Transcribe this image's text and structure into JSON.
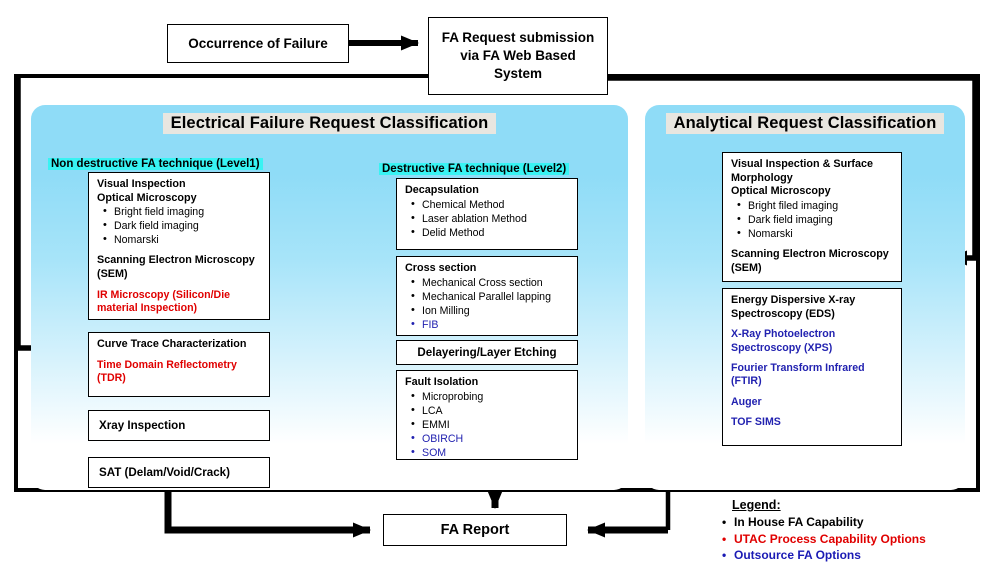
{
  "top": {
    "occurrence": "Occurrence of Failure",
    "fa_request": "FA Request submission via FA Web Based System"
  },
  "panels": {
    "electrical": {
      "title": "Electrical Failure Request Classification",
      "level1_label": "Non destructive FA technique (Level1)",
      "level2_label": "Destructive FA technique (Level2)"
    },
    "analytical": {
      "title": "Analytical Request Classification"
    }
  },
  "level1_boxes": {
    "visual": {
      "head1": "Visual Inspection",
      "head2": "Optical Microscopy",
      "items": [
        "Bright field imaging",
        "Dark field imaging",
        "Nomarski"
      ],
      "head3": "Scanning Electron Microscopy",
      "head3b": "(SEM)",
      "red1": "IR Microscopy (Silicon/Die",
      "red2": "material Inspection)"
    },
    "curve": {
      "head": "Curve Trace Characterization",
      "red1": "Time Domain Reflectometry",
      "red2": "(TDR)"
    },
    "xray": "Xray Inspection",
    "sat": "SAT (Delam/Void/Crack)"
  },
  "level2_boxes": {
    "decap": {
      "head": "Decapsulation",
      "items": [
        "Chemical Method",
        "Laser ablation Method",
        "Delid Method"
      ]
    },
    "cross": {
      "head": "Cross section",
      "items": [
        "Mechanical  Cross section",
        "Mechanical  Parallel lapping",
        "Ion Milling"
      ],
      "blue_items": [
        "FIB"
      ]
    },
    "delayering": "Delayering/Layer Etching",
    "fault": {
      "head": "Fault Isolation",
      "items": [
        "Microprobing",
        "LCA",
        "EMMI"
      ],
      "blue_items": [
        "OBIRCH",
        "SOM"
      ]
    }
  },
  "analytical_boxes": {
    "visual": {
      "head1": "Visual Inspection & Surface",
      "head1b": "Morphology",
      "head2": "Optical Microscopy",
      "items": [
        "Bright filed imaging",
        "Dark field imaging",
        "Nomarski"
      ],
      "head3": "Scanning Electron Microscopy",
      "head3b": "(SEM)"
    },
    "spectro": {
      "head1": "Energy Dispersive X-ray",
      "head1b": "Spectroscopy (EDS)",
      "blue1": "X-Ray Photoelectron",
      "blue1b": "Spectroscopy (XPS)",
      "blue2": "Fourier Transform Infrared",
      "blue2b": "(FTIR)",
      "blue3": "Auger",
      "blue4": "TOF SIMS"
    }
  },
  "report": "FA Report",
  "legend": {
    "title": "Legend:",
    "items": [
      "In House FA Capability",
      "UTAC Process Capability Options",
      "Outsource FA Options"
    ],
    "colors": {
      "in_house": "#000000",
      "utac": "#e00000",
      "outsource": "#1a1ab4"
    }
  },
  "colors": {
    "panel_top": "#8fdcf7",
    "highlight_cyan": "#38f3f3",
    "title_bg": "#e8e6e0",
    "red": "#e00000",
    "blue": "#2222b0"
  }
}
